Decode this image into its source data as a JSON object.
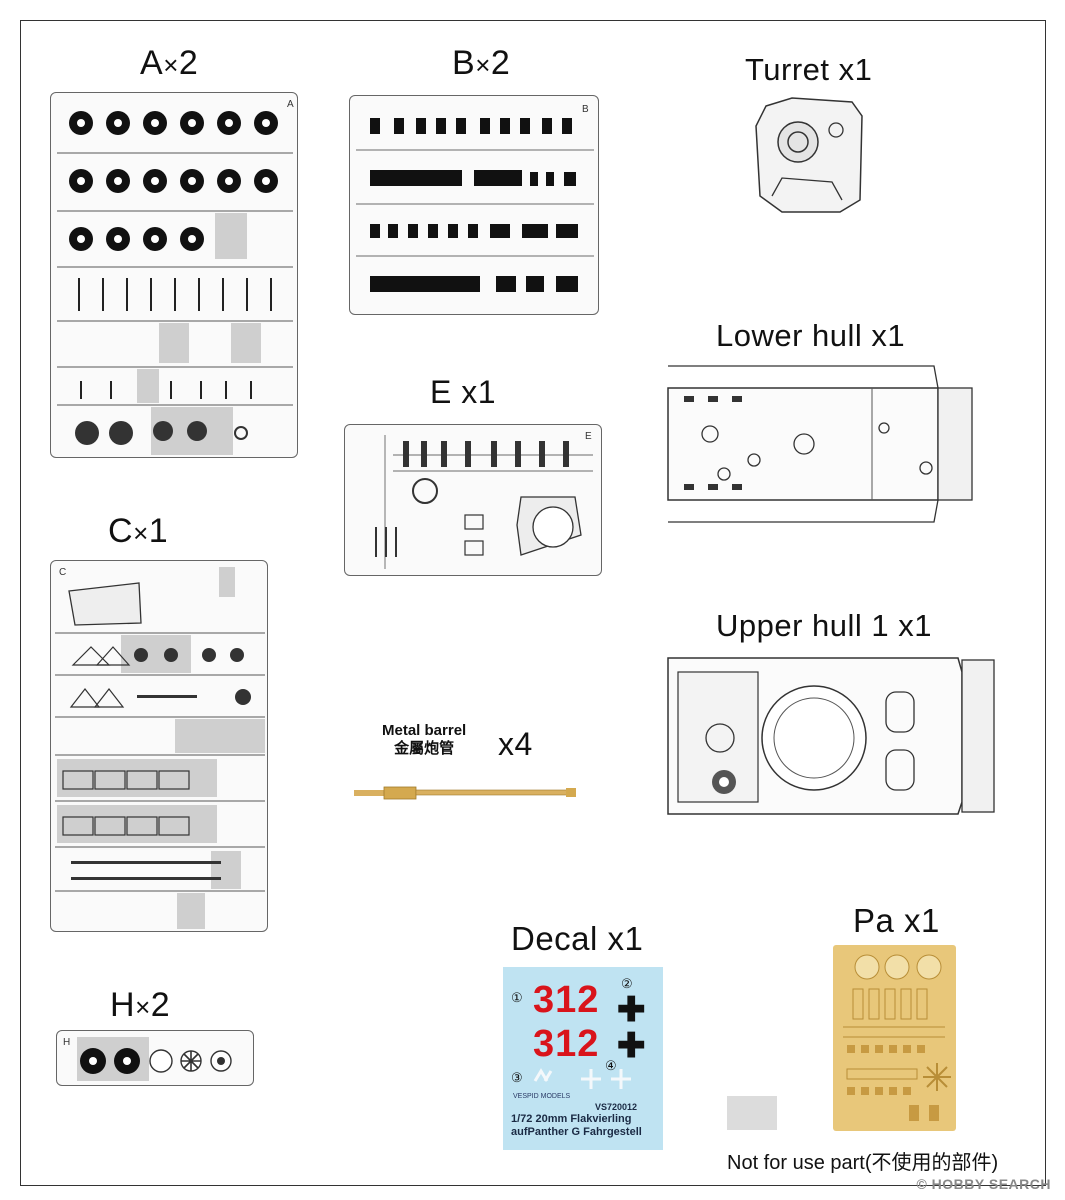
{
  "sprues": {
    "a": {
      "letter": "A",
      "qty": "2",
      "tag": "A"
    },
    "b": {
      "letter": "B",
      "qty": "2",
      "tag": "B"
    },
    "c": {
      "letter": "C",
      "qty": "1",
      "tag": "C"
    },
    "e": {
      "label": "E x1",
      "tag": "E"
    },
    "h": {
      "letter": "H",
      "qty": "2",
      "tag": "H"
    }
  },
  "parts": {
    "turret": "Turret  x1",
    "lower_hull": "Lower hull  x1",
    "upper_hull": "Upper hull 1  x1",
    "metal_barrel_en": "Metal barrel",
    "metal_barrel_zh": "金屬炮管",
    "metal_barrel_qty": "x4",
    "decal": "Decal  x1",
    "pe": "Pa x1"
  },
  "decal_sheet": {
    "marking_1": "①",
    "marking_2": "②",
    "marking_3": "③",
    "marking_4": "④",
    "number_top": "312",
    "number_bottom": "312",
    "code": "VS720012",
    "brand": "VESPID MODELS",
    "caption_line1": "1/72 20mm Flakvierling",
    "caption_line2": "aufPanther G Fahrgestell"
  },
  "legend": {
    "not_for_use": "Not for use part(不使用的部件)"
  },
  "watermark": "© HOBBY SEARCH",
  "colors": {
    "decal_red": "#d9141b",
    "decal_bg": "#bfe3f2",
    "pe_gold": "#e8c77a",
    "shade": "#cfcfcf"
  }
}
